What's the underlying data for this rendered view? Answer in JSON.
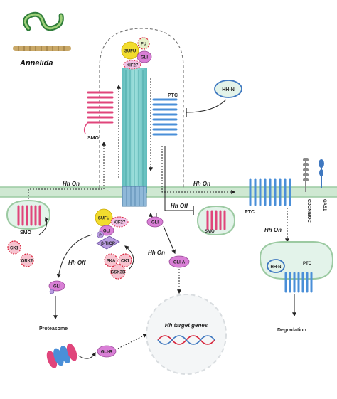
{
  "organism": {
    "name": "Annelida"
  },
  "labels": {
    "fu": "FU",
    "sufu": "SUFU",
    "gli": "GLI",
    "kif27": "KIF27",
    "hh_n": "HH-N",
    "ptc": "PTC",
    "smo": "SMO",
    "hh_on": "Hh On",
    "hh_off": "Hh Off",
    "ck1": "CK1",
    "grk2": "GRK2",
    "pka": "PKA",
    "gsk3b": "GSK3B",
    "p": "P",
    "b_trcp": "β-TrCP",
    "gli_a": "GLI-A",
    "gli_r": "GLI-R",
    "proteasome": "Proteasome",
    "target_genes": "Hh target genes",
    "cdon_boc": "CDON/BOC",
    "gas1": "GAS1",
    "degradation": "Degradation"
  },
  "colors": {
    "membrane": "#cfe8d2",
    "membrane_edge": "#9ccaa2",
    "smo": "#e0457b",
    "ptc": "#4a8fd8",
    "gli": "#d97fd6",
    "sufu": "#f2dc2e",
    "kif27": "#f2c2e6",
    "fu_fill": "#e6f0c9",
    "kinase": "#f7c3cf",
    "kinase_ring": "#d8233a",
    "btrcp": "#b99ce0",
    "cilium": "#6fc9c9",
    "hh_n": "#e3f3ea",
    "cdon": "#8a8a8a",
    "gas1": "#3f78c0",
    "dashed": "#9a9a9a"
  }
}
